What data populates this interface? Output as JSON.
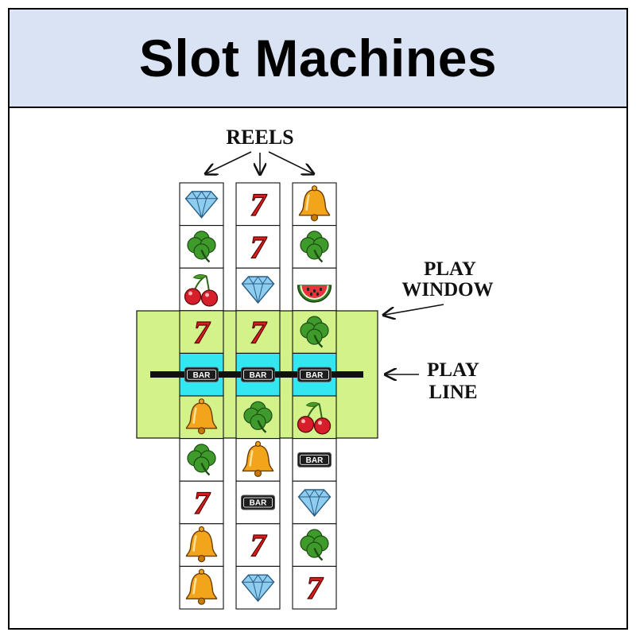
{
  "title": "Slot Machines",
  "labels": {
    "reels": "REELS",
    "play_window_line1": "PLAY",
    "play_window_line2": "WINDOW",
    "play_line_line1": "PLAY",
    "play_line_line2": "LINE"
  },
  "bar_symbol_text": "BAR",
  "seven_symbol_text": "7",
  "colors": {
    "title_bg": "#dae3f3",
    "play_window": "#d4f28a",
    "play_line_highlight": "#33e6f0",
    "seven_red": "#d91e1e",
    "diamond_blue": "#8ecdf0",
    "clover_green": "#3f9a2c",
    "bell_gold": "#f2a41b",
    "cherry_red": "#d61f2a"
  },
  "reels": [
    [
      "diamond",
      "clover",
      "cherry",
      "seven",
      "bar",
      "bell",
      "clover",
      "seven",
      "bell",
      "bell"
    ],
    [
      "seven",
      "seven",
      "diamond",
      "seven",
      "bar",
      "clover",
      "bell",
      "bar",
      "seven",
      "diamond"
    ],
    [
      "bell",
      "clover",
      "watermelon",
      "clover",
      "bar",
      "cherry",
      "bar",
      "diamond",
      "clover",
      "seven"
    ]
  ],
  "play_window_rows": [
    3,
    4,
    5
  ],
  "play_line_row": 4
}
